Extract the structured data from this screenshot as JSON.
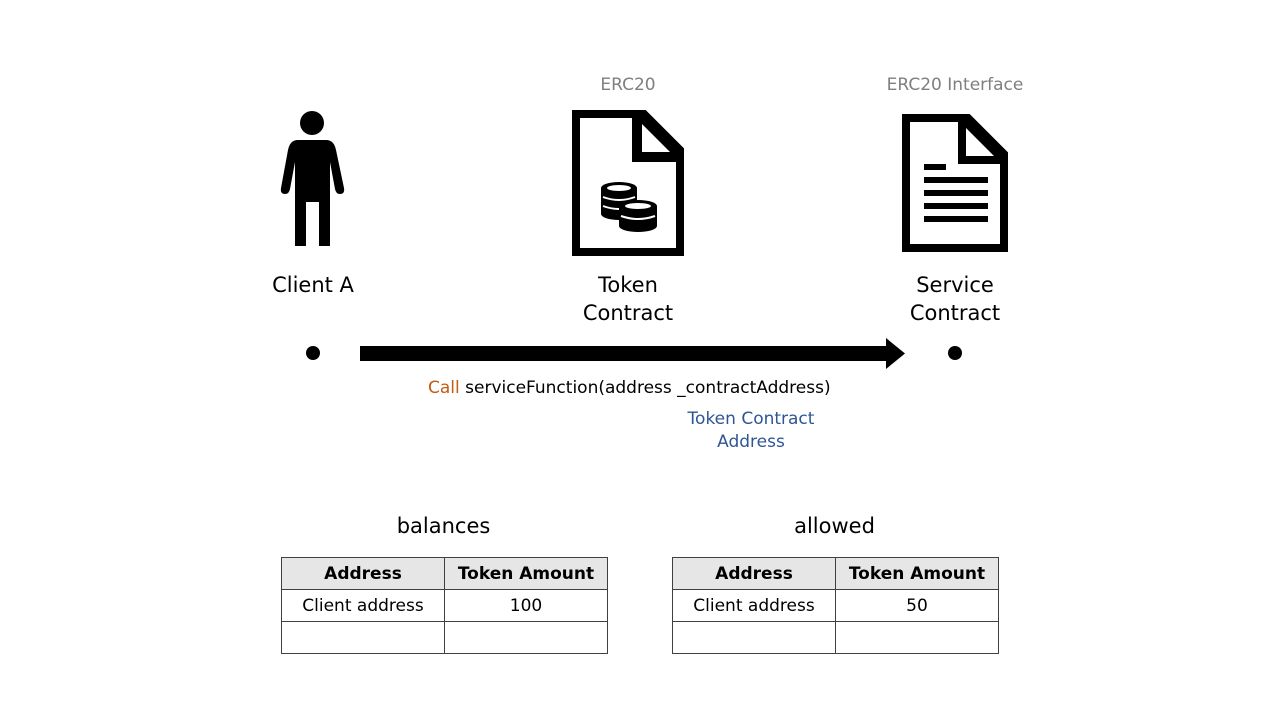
{
  "actors": {
    "client": {
      "label": "Client A"
    },
    "token": {
      "caption": "ERC20",
      "label_line1": "Token",
      "label_line2": "Contract"
    },
    "service": {
      "caption": "ERC20 Interface",
      "label_line1": "Service",
      "label_line2": "Contract"
    }
  },
  "call": {
    "keyword": "Call",
    "signature": "serviceFunction(address _contractAddress)",
    "param_note_line1": "Token Contract",
    "param_note_line2": "Address"
  },
  "tables": {
    "balances": {
      "title": "balances",
      "headers": [
        "Address",
        "Token Amount"
      ],
      "rows": [
        [
          "Client address",
          "100"
        ],
        [
          "",
          ""
        ]
      ]
    },
    "allowed": {
      "title": "allowed",
      "headers": [
        "Address",
        "Token Amount"
      ],
      "rows": [
        [
          "Client address",
          "50"
        ],
        [
          "",
          ""
        ]
      ]
    }
  },
  "colors": {
    "call_keyword": "#c55a11",
    "param_note": "#2f5597",
    "caption": "#7f7f7f",
    "header_bg": "#e7e6e6"
  }
}
